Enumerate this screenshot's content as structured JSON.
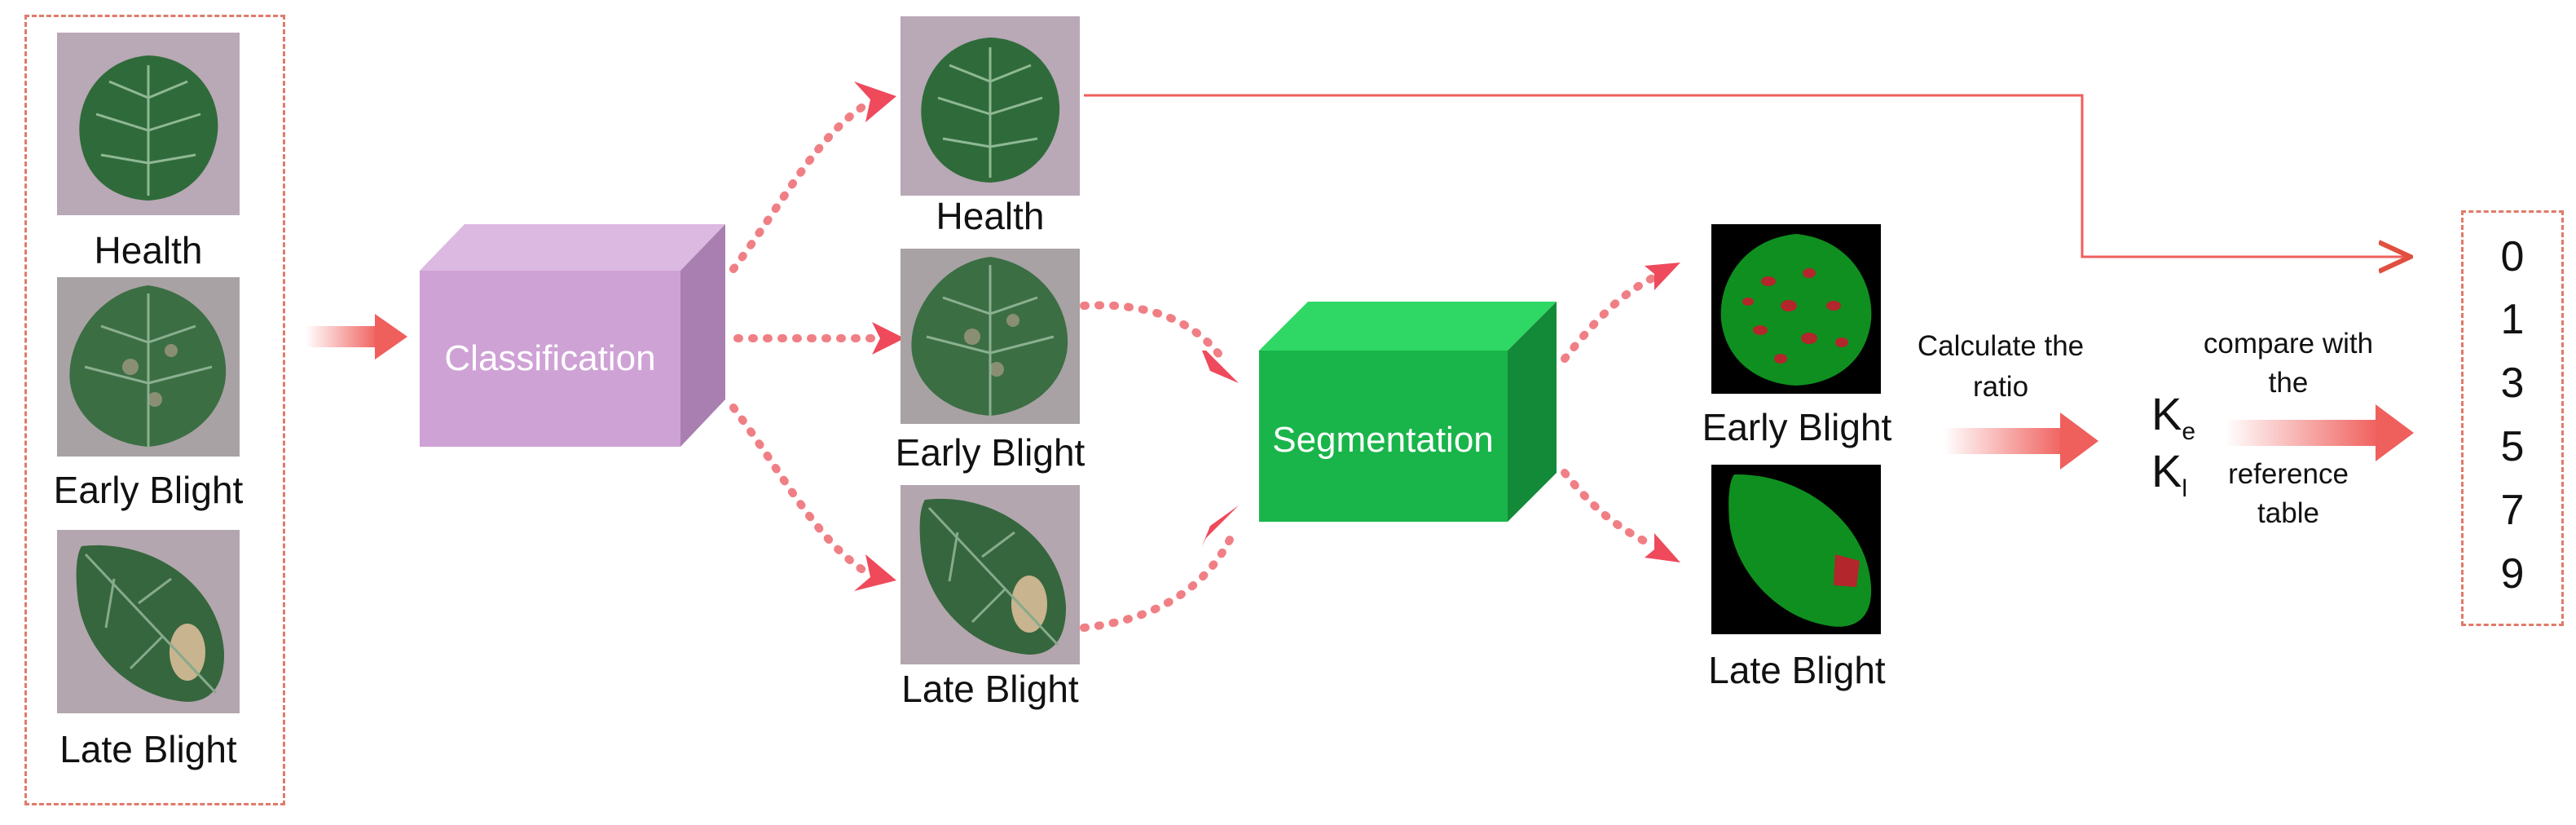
{
  "input_labels": [
    "Health",
    "Early Blight",
    "Late Blight"
  ],
  "classification": {
    "label": "Classification",
    "color_front": "#cfa2d6",
    "color_top": "#dcb9e1",
    "color_side": "#a97fb1"
  },
  "classified_labels": [
    "Health",
    "Early Blight",
    "Late Blight"
  ],
  "segmentation": {
    "label": "Segmentation",
    "color_front": "#19b54a",
    "color_top": "#2fd865",
    "color_side": "#138a38"
  },
  "segmented_labels": [
    "Early Blight",
    "Late Blight"
  ],
  "calc_text": [
    "Calculate the",
    "ratio"
  ],
  "k_symbols": [
    {
      "base": "K",
      "sub": "e"
    },
    {
      "base": "K",
      "sub": "l"
    }
  ],
  "compare_text": [
    "compare with",
    "the",
    "reference",
    "table"
  ],
  "grades": [
    "0",
    "1",
    "3",
    "5",
    "7",
    "9"
  ],
  "colors": {
    "leaf_healthy": "#2f6b3a",
    "leaf_bg": "#b9a8b6",
    "seg_leaf": "#0f8f1f",
    "seg_lesion": "#b3262b",
    "arrow": "#ef5f5c",
    "dash": "#e07a6a"
  }
}
